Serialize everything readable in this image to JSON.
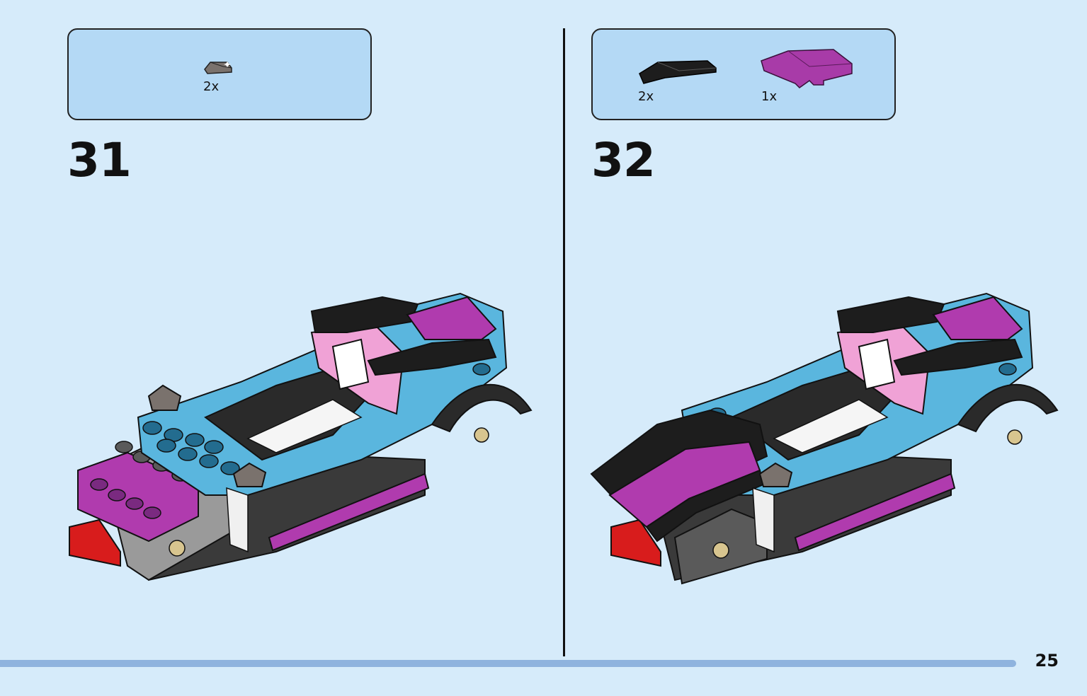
{
  "steps": [
    {
      "number": "31",
      "parts": [
        {
          "qty": "2x",
          "color_name": "dark-bluish-gray",
          "color": "#6b6460",
          "icon": "curved-slope-1x1-icon"
        }
      ]
    },
    {
      "number": "32",
      "parts": [
        {
          "qty": "2x",
          "color_name": "black",
          "color": "#1d1d1d",
          "icon": "curved-slope-1x4-icon"
        },
        {
          "qty": "1x",
          "color_name": "magenta",
          "color": "#a83ba8",
          "icon": "curved-slope-2x4-icon"
        }
      ]
    }
  ],
  "page": {
    "number": "25",
    "progress": 0.935
  },
  "colors": {
    "background": "#d6ebfa",
    "parts_box": "#b4d9f5",
    "progress_bar": "#8fb3de",
    "car_blue": "#5ab6de",
    "car_black": "#222222",
    "car_magenta": "#b03bae",
    "car_pink": "#f0a2d6"
  }
}
